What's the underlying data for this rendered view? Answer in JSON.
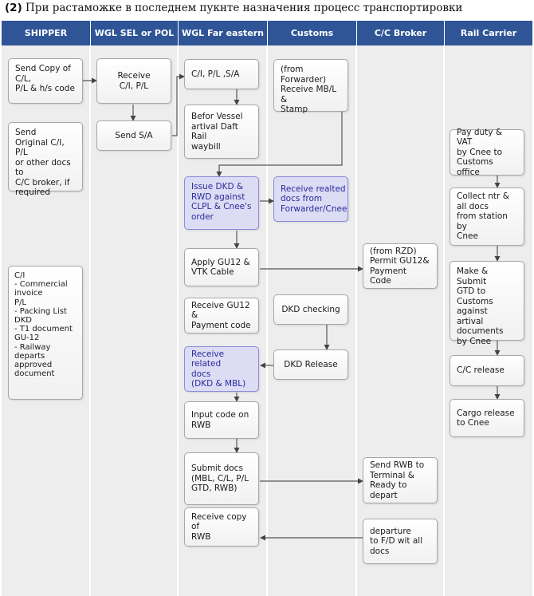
{
  "title": {
    "number": "(2)",
    "text": "При растаможке в последнем пукнте назначения процесс транспортировки"
  },
  "lanes": [
    "SHIPPER",
    "WGL SEL or POL",
    "WGL Far eastern",
    "Customs",
    "C/C Broker",
    "Rail Carrier"
  ],
  "boxes": {
    "send_copy": "Send Copy of\nC/L,\nP/L & h/s code",
    "send_original": "Send\nOriginal C/I, P/L\nor other docs to\nC/C broker, if\nrequired",
    "doc_legend": "C/I\n- Commercial\n   invoice\nP/L\n- Packing List\nDKD\n- T1 document\nGU-12\n- Railway\n   departs\n   approved\n   document",
    "receive_ci": "Receive\nC/I, P/L",
    "send_sa": "Send S/A",
    "ci_pl_sa": "C/I, P/L ,S/A",
    "before_vessel": "Befor Vessel\nartival Daft Rail\nwaybill",
    "issue_dkd": "Issue DKD &\nRWD against\nCLPL & Cnee's\norder",
    "apply_gu12": "Apply GU12 &\nVTK Cable",
    "receive_gu12": "Receive GU12 &\nPayment code",
    "receive_related": "Receive related\ndocs\n(DKD & MBL)",
    "input_code": "Input code on\nRWB",
    "submit_docs": "Submit docs\n(MBL, C/L, P/L\nGTD, RWB)",
    "receive_copy": "Receive copy of\nRWB",
    "receive_mbl": "(from\nForwarder)\nReceive MB/L &\nStamp",
    "receive_realted": "Receive realted\ndocs from\nForwarder/Cnee",
    "dkd_checking": "DKD checking",
    "dkd_release": "DKD Release",
    "permit_gu12": "(from RZD)\nPermit GU12&\nPayment Code",
    "send_rwb": "Send RWB to\nTerminal &\nReady to depart",
    "departure": "departure\nto F/D wit all\ndocs",
    "pay_duty": "Pay duty & VAT\nby Cnee to\nCustoms office",
    "collect_ntr": "Collect ntr &\nall docs\nfrom station by\nCnee",
    "make_submit": "Make & Submit\nGTD to Customs\nagainst\nartival\ndocuments\nby Cnee",
    "cc_release": "C/C release",
    "cargo_release": "Cargo release\nto Cnee"
  }
}
